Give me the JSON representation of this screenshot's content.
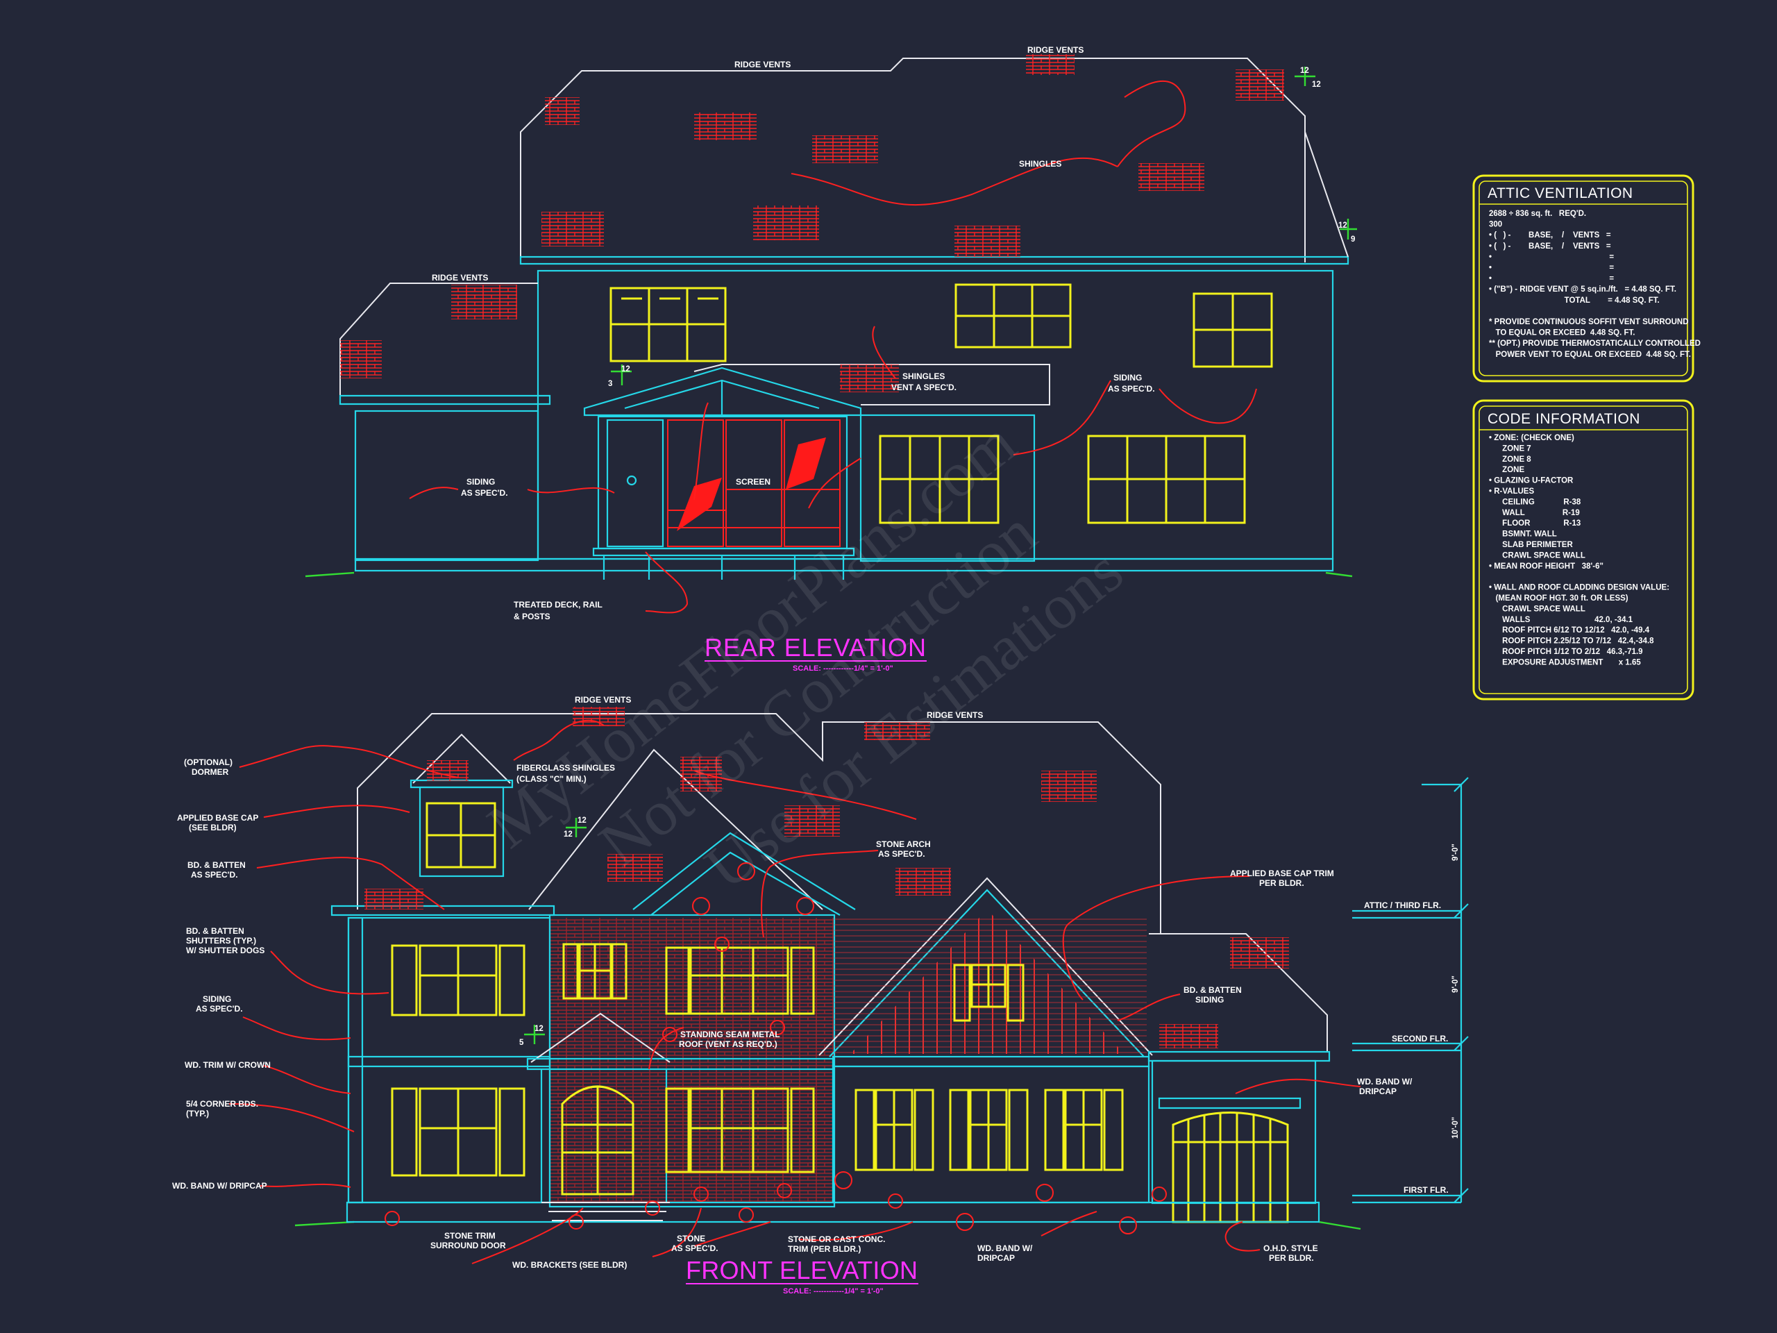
{
  "rear": {
    "title": "REAR ELEVATION",
    "scale": "SCALE: ------------1/4\" = 1'-0\"",
    "labels": {
      "ridge_vents_1": "RIDGE VENTS",
      "ridge_vents_2": "RIDGE VENTS",
      "ridge_vents_3": "RIDGE VENTS",
      "shingles": "SHINGLES",
      "shingles_vent_1": "SHINGLES",
      "shingles_vent_2": "VENT A SPEC'D.",
      "siding_left_1": "SIDING",
      "siding_left_2": "AS SPEC'D.",
      "siding_right_1": "SIDING",
      "siding_right_2": "AS SPEC'D.",
      "screen": "SCREEN",
      "deck_1": "TREATED DECK, RAIL",
      "deck_2": "& POSTS",
      "pitch_a1": "12",
      "pitch_a2": "12",
      "pitch_b1": "12",
      "pitch_b2": "9",
      "pitch_c1": "12",
      "pitch_c2": "3"
    }
  },
  "front": {
    "title": "FRONT ELEVATION",
    "scale": "SCALE: ------------1/4\" = 1'-0\"",
    "labels": {
      "ridge_vents_1": "RIDGE VENTS",
      "ridge_vents_2": "RIDGE VENTS",
      "dormer_1": "(OPTIONAL)",
      "dormer_2": "DORMER",
      "fiberglass_1": "FIBERGLASS SHINGLES",
      "fiberglass_2": "(CLASS \"C\" MIN.)",
      "base_cap_1": "APPLIED BASE CAP",
      "base_cap_2": "(SEE BLDR)",
      "bd_batten_1": "BD. & BATTEN",
      "bd_batten_2": "AS SPEC'D.",
      "shutters_1": "BD. & BATTEN",
      "shutters_2": "SHUTTERS (TYP.)",
      "shutters_3": "W/ SHUTTER DOGS",
      "siding_1": "SIDING",
      "siding_2": "AS SPEC'D.",
      "trim_crown": "WD. TRIM W/ CROWN",
      "corner_1": "5/4 CORNER BDS.",
      "corner_2": "(TYP.)",
      "band_left": "WD. BAND W/ DRIPCAP",
      "stone_arch_1": "STONE ARCH",
      "stone_arch_2": "AS SPEC'D.",
      "base_cap_trim_1": "APPLIED BASE CAP TRIM",
      "base_cap_trim_2": "PER BLDR.",
      "bd_batten_siding_1": "BD. & BATTEN",
      "bd_batten_siding_2": "SIDING",
      "metal_roof_1": "STANDING SEAM METAL",
      "metal_roof_2": "ROOF (VENT AS REQ'D.)",
      "band_right_1": "WD. BAND W/",
      "band_right_2": "DRIPCAP",
      "stone_trim_1": "STONE TRIM",
      "stone_trim_2": "SURROUND DOOR",
      "brackets": "WD. BRACKETS (SEE BLDR)",
      "stone_1": "STONE",
      "stone_2": "AS SPEC'D.",
      "cast_1": "STONE OR CAST CONC.",
      "cast_2": "TRIM (PER BLDR.)",
      "band_bottom_1": "WD. BAND W/",
      "band_bottom_2": "DRIPCAP",
      "ohd_1": "O.H.D. STYLE",
      "ohd_2": "PER BLDR.",
      "pitch_a1": "12",
      "pitch_a2": "12",
      "pitch_b1": "5",
      "pitch_b2": "12",
      "level_attic": "ATTIC / THIRD FLR.",
      "level_second": "SECOND FLR.",
      "level_first": "FIRST FLR.",
      "dim_1": "9'-0\"",
      "dim_2": "9'-0\"",
      "dim_3": "10'-0\""
    }
  },
  "attic_box": {
    "title": "ATTIC VENTILATION",
    "lines": [
      "2688 ÷ 836 sq. ft.   REQ'D.",
      "300",
      "• (   ) -        BASE,    /    VENTS   =",
      "• (   ) -        BASE,    /    VENTS   =",
      "•                                                     =",
      "•                                                     =",
      "•                                                     =",
      "• (\"B\") - RIDGE VENT @ 5 sq.in./ft.   = 4.48 SQ. FT.",
      "                                  TOTAL        = 4.48 SQ. FT.",
      "",
      "* PROVIDE CONTINUOUS SOFFIT VENT SURROUND",
      "   TO EQUAL OR EXCEED  4.48 SQ. FT.",
      "** (OPT.) PROVIDE THERMOSTATICALLY CONTROLLED",
      "   POWER VENT TO EQUAL OR EXCEED  4.48 SQ. FT."
    ]
  },
  "code_box": {
    "title": "CODE INFORMATION",
    "lines": [
      "• ZONE: (CHECK ONE)",
      "      ZONE 7",
      "      ZONE 8",
      "      ZONE",
      "• GLAZING U-FACTOR",
      "• R-VALUES",
      "      CEILING             R-38",
      "      WALL                 R-19",
      "      FLOOR               R-13",
      "      BSMNT. WALL",
      "      SLAB PERIMETER",
      "      CRAWL SPACE WALL",
      "• MEAN ROOF HEIGHT   38'-6\"",
      "",
      "• WALL AND ROOF CLADDING DESIGN VALUE:",
      "   (MEAN ROOF HGT. 30 ft. OR LESS)",
      "      CRAWL SPACE WALL",
      "      WALLS                             42.0, -34.1",
      "      ROOF PITCH 6/12 TO 12/12   42.0, -49.4",
      "      ROOF PITCH 2.25/12 TO 7/12   42.4,-34.8",
      "      ROOF PITCH 1/12 TO 2/12   46.3,-71.9",
      "      EXPOSURE ADJUSTMENT       x 1.65"
    ]
  },
  "watermark": {
    "line1": "MyHomeFloorPlans.com",
    "line2": "Not for Construction",
    "line3": "Use for Estimations"
  }
}
